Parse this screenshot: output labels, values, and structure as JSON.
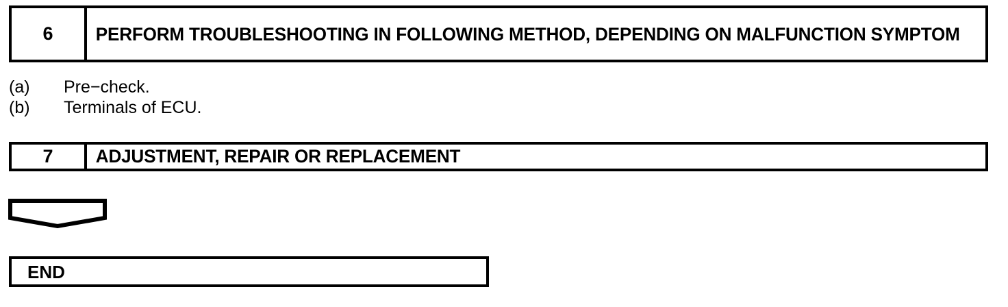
{
  "document": {
    "kind": "troubleshooting-flowchart"
  },
  "steps": [
    {
      "number": "6",
      "title": "PERFORM TROUBLESHOOTING IN FOLLOWING METHOD, DEPENDING ON MALFUNCTION SYMPTOM"
    },
    {
      "number": "7",
      "title": "ADJUSTMENT, REPAIR OR REPLACEMENT"
    }
  ],
  "notes": [
    {
      "marker": "(a)",
      "text": "Pre−check."
    },
    {
      "marker": "(b)",
      "text": "Terminals of ECU."
    }
  ],
  "connector": {
    "shape": "down-pointing-pentagon"
  },
  "terminator": {
    "label": "END"
  },
  "colors": {
    "ink": "#000000",
    "paper": "#ffffff"
  }
}
